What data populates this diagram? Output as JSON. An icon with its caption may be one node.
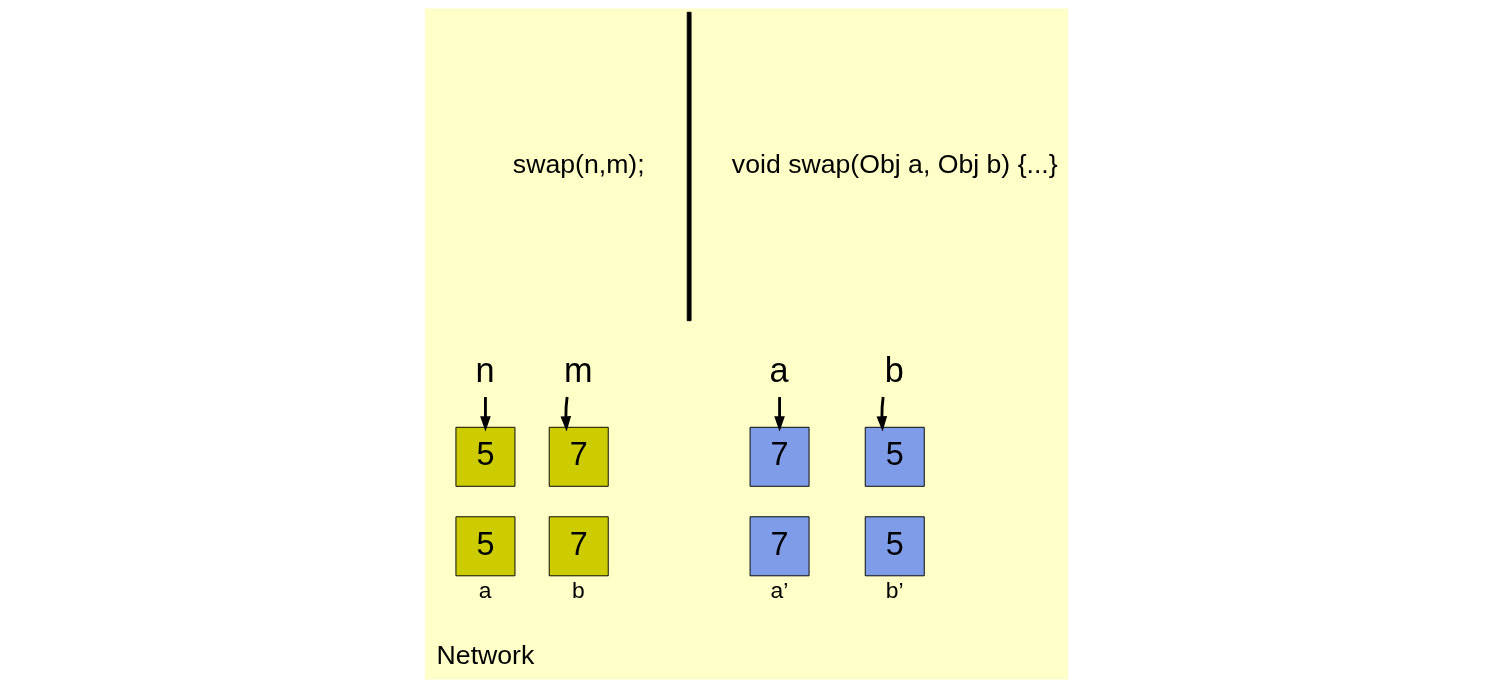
{
  "diagram": {
    "nodes": [
      {
        "text": [
          "n"
        ]
      },
      {
        "text": [
          "5"
        ]
      },
      {
        "text": [
          "m"
        ]
      },
      {
        "text": [
          "7"
        ]
      },
      {
        "text": [
          "5"
        ],
        "beside": [
          "a"
        ]
      },
      {
        "text": [
          "7"
        ],
        "beside": [
          "b"
        ]
      },
      {
        "text": [
          "a"
        ]
      },
      {
        "text": [
          "7"
        ]
      },
      {
        "text": [
          "b"
        ]
      },
      {
        "text": [
          "5"
        ]
      },
      {
        "text": [
          "7"
        ],
        "beside": [
          "a’"
        ]
      },
      {
        "text": [
          "5"
        ],
        "beside": [
          "b’"
        ]
      }
    ],
    "edges": [
      {
        "from": 0,
        "to": 1,
        "arrow": "to"
      },
      {
        "from": 2,
        "to": 3,
        "arrow": "to"
      },
      {
        "from": 6,
        "to": 7,
        "arrow": "to"
      },
      {
        "from": 8,
        "to": 9,
        "arrow": "to"
      }
    ],
    "labels": [
      "swap(n,m);",
      "void swap(Obj a, Obj b) {...}",
      "Network"
    ]
  }
}
